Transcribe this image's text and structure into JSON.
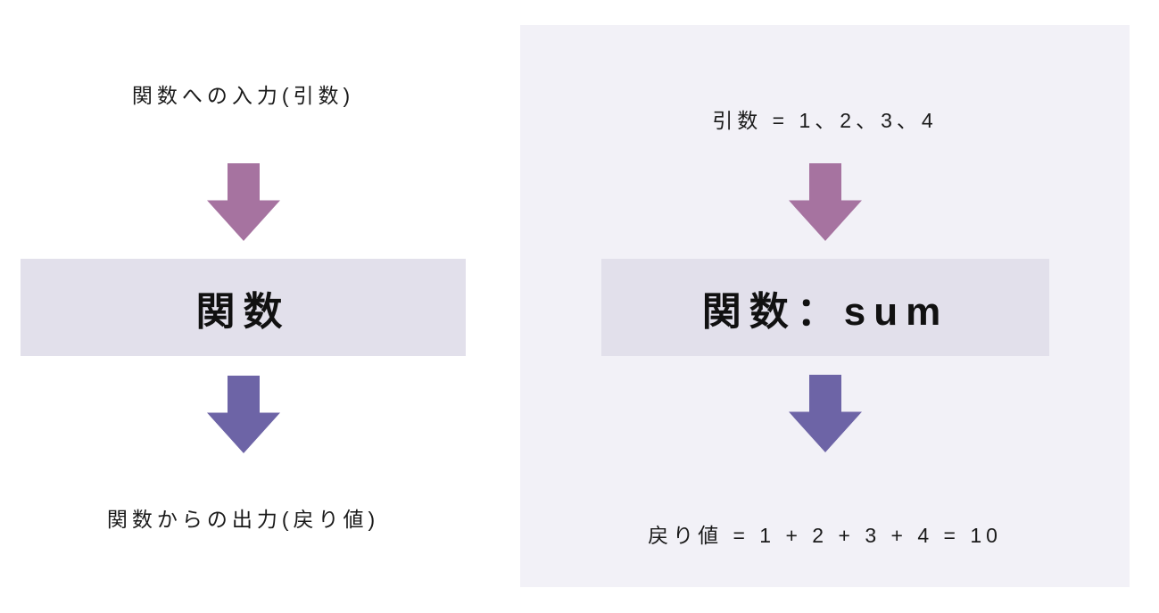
{
  "colors": {
    "page_bg": "#ffffff",
    "panel_bg": "#f2f1f7",
    "box_bg": "#e2e0eb",
    "input_arrow": "#a673a0",
    "output_arrow": "#6d64a6",
    "text": "#1a1a1a"
  },
  "icons": {
    "input_arrow": "down-arrow",
    "output_arrow": "down-arrow"
  },
  "left_diagram": {
    "input_label": "関数への入力(引数)",
    "box_label": "関数",
    "output_label": "関数からの出力(戻り値)"
  },
  "right_diagram": {
    "input_label": "引数 = 1、2、3、4",
    "box_label": "関数：sum",
    "output_label": "戻り値 = 1 + 2 + 3 + 4 = 10"
  }
}
